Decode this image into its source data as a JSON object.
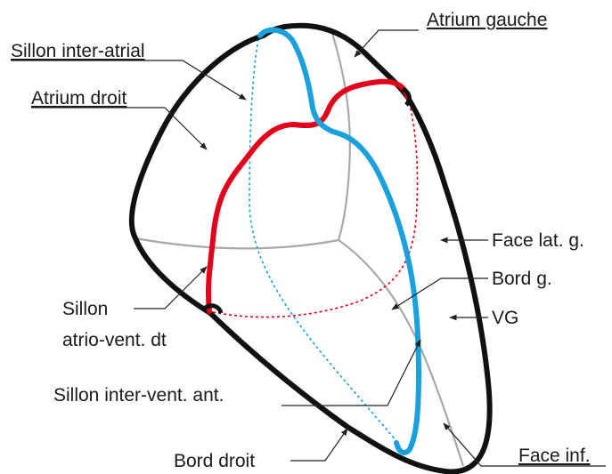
{
  "labels": {
    "sillon_inter_atrial": "Sillon inter-atrial",
    "atrium_droit": "Atrium droit",
    "atrium_gauche": "Atrium gauche",
    "face_lat_g": "Face lat. g.",
    "bord_g": "Bord g.",
    "vg": "VG",
    "sillon_av_line1": "Sillon",
    "sillon_av_line2": "atrio-vent. dt",
    "sillon_inter_vent_ant": "Sillon inter-vent. ant.",
    "bord_droit": "Bord droit",
    "face_inf": "Face inf."
  },
  "colors": {
    "outline": "#111111",
    "coronary_red": "#e2001a",
    "interventricular_blue": "#1aa0dc",
    "inner_gray": "#a8a8a8",
    "leader": "#222222"
  }
}
